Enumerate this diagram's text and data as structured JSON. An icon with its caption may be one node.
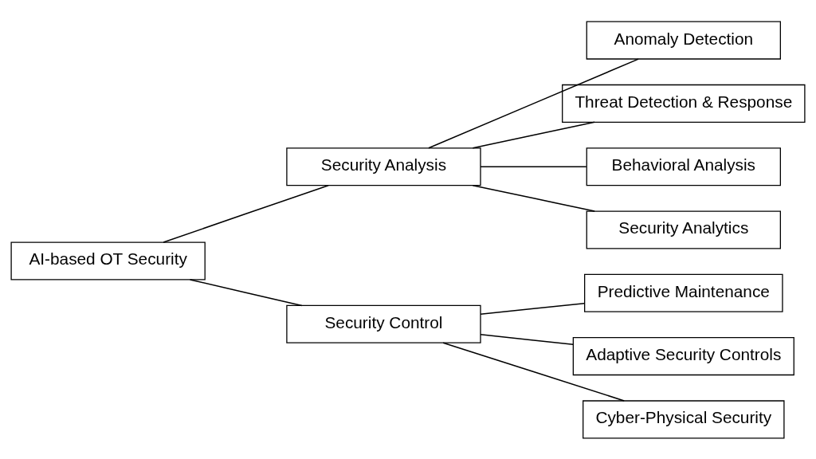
{
  "diagram": {
    "nodes": [
      {
        "text": [
          "AI-based OT Security"
        ]
      },
      {
        "text": [
          "Security Analysis"
        ]
      },
      {
        "text": [
          "Anomaly Detection"
        ]
      },
      {
        "text": [
          "Threat Detection & Response"
        ]
      },
      {
        "text": [
          "Behavioral Analysis"
        ]
      },
      {
        "text": [
          "Security Analytics"
        ]
      },
      {
        "text": [
          "Security Control"
        ]
      },
      {
        "text": [
          "Predictive Maintenance"
        ]
      },
      {
        "text": [
          "Adaptive Security Controls"
        ]
      },
      {
        "text": [
          "Cyber-Physical Security"
        ]
      }
    ],
    "edges": [
      {
        "from": 0,
        "to": 1,
        "arrow": "none"
      },
      {
        "from": 0,
        "to": 6,
        "arrow": "none"
      },
      {
        "from": 1,
        "to": 2,
        "arrow": "none"
      },
      {
        "from": 1,
        "to": 3,
        "arrow": "none"
      },
      {
        "from": 1,
        "to": 4,
        "arrow": "none"
      },
      {
        "from": 1,
        "to": 5,
        "arrow": "none"
      },
      {
        "from": 6,
        "to": 7,
        "arrow": "none"
      },
      {
        "from": 6,
        "to": 8,
        "arrow": "none"
      },
      {
        "from": 6,
        "to": 9,
        "arrow": "none"
      }
    ]
  }
}
